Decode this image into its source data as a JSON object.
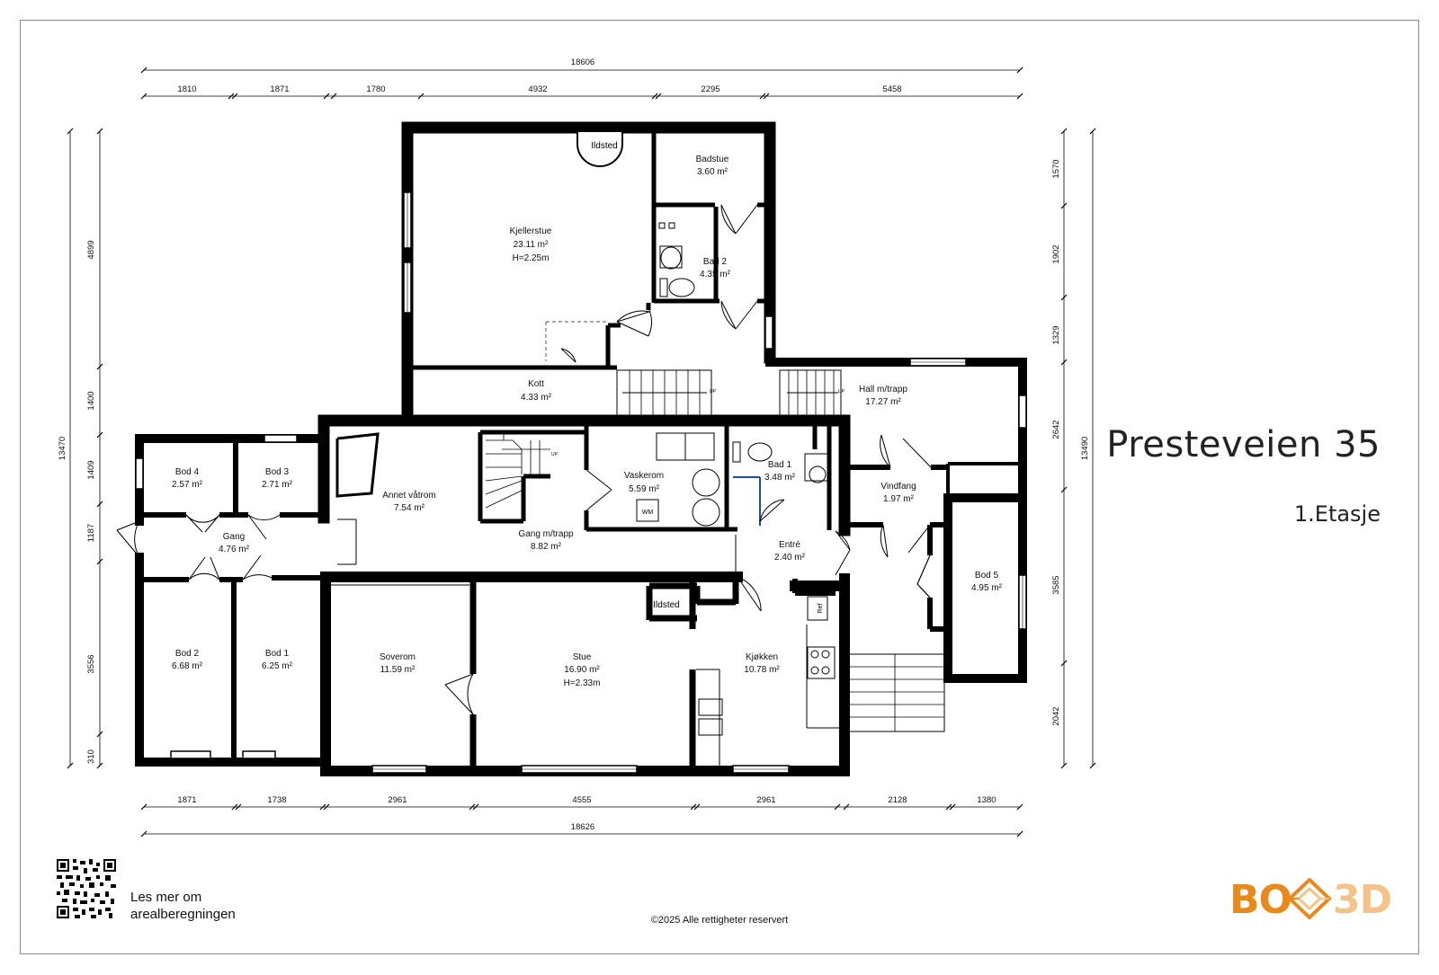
{
  "title": "Presteveien 35",
  "floor": "1.Etasje",
  "qr_text_line1": "Les mer om",
  "qr_text_line2": "arealberegningen",
  "copyright": "©2025 Alle rettigheter reservert",
  "logo": {
    "left": "BO",
    "right": "3D",
    "color_primary": "#e8891c",
    "color_light": "#f3c38a"
  },
  "rooms": {
    "kjellerstue": {
      "name": "Kjellerstue",
      "area": "23.11 m²",
      "height": "H=2.25m"
    },
    "badstue": {
      "name": "Badstue",
      "area": "3.60 m²"
    },
    "bad2": {
      "name": "Bad 2",
      "area": "4.35 m²"
    },
    "kott": {
      "name": "Kott",
      "area": "4.33 m²"
    },
    "hall": {
      "name": "Hall m/trapp",
      "area": "17.27 m²"
    },
    "bod4": {
      "name": "Bod 4",
      "area": "2.57 m²"
    },
    "bod3": {
      "name": "Bod 3",
      "area": "2.71 m²"
    },
    "gang": {
      "name": "Gang",
      "area": "4.76 m²"
    },
    "annet": {
      "name": "Annet våtrom",
      "area": "7.54 m²"
    },
    "gangtrapp": {
      "name": "Gang m/trapp",
      "area": "8.82 m²"
    },
    "vaskerom": {
      "name": "Vaskerom",
      "area": "5.59 m²"
    },
    "bad1": {
      "name": "Bad 1",
      "area": "3.48 m²"
    },
    "vindfang": {
      "name": "Vindfang",
      "area": "1.97 m²"
    },
    "entre": {
      "name": "Entré",
      "area": "2.40 m²"
    },
    "bod5": {
      "name": "Bod 5",
      "area": "4.95 m²"
    },
    "bod2": {
      "name": "Bod 2",
      "area": "6.68 m²"
    },
    "bod1": {
      "name": "Bod 1",
      "area": "6.25 m²"
    },
    "soverom": {
      "name": "Soverom",
      "area": "11.59 m²"
    },
    "stue": {
      "name": "Stue",
      "area": "16.90 m²",
      "height": "H=2.33m"
    },
    "kjokken": {
      "name": "Kjøkken",
      "area": "10.78 m²"
    }
  },
  "fixtures": {
    "ildsted": "Ildsted",
    "wm": "WM",
    "ref": "Ref",
    "up": "UP"
  },
  "dimensions": {
    "top_total": "18606",
    "top": [
      "1810",
      "1871",
      "1780",
      "4932",
      "2295",
      "5458"
    ],
    "bottom": [
      "1871",
      "1738",
      "2961",
      "4555",
      "2961",
      "2128",
      "1380"
    ],
    "bottom_total": "18626",
    "left_total": "13470",
    "left": [
      "4899",
      "1400",
      "1409",
      "1187",
      "3556",
      "310"
    ],
    "right": [
      "1570",
      "1902",
      "1329",
      "2642",
      "3585",
      "2042"
    ],
    "right_total": "13490"
  }
}
